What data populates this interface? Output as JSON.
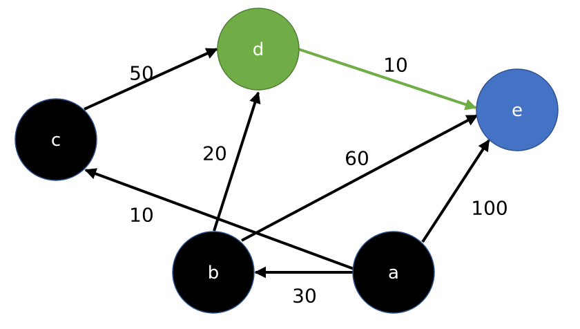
{
  "diagram": {
    "nodes": {
      "a": {
        "label": "a",
        "color": "#000000"
      },
      "b": {
        "label": "b",
        "color": "#000000"
      },
      "c": {
        "label": "c",
        "color": "#000000"
      },
      "d": {
        "label": "d",
        "color": "#70AD47"
      },
      "e": {
        "label": "e",
        "color": "#4472C4"
      }
    },
    "edges": [
      {
        "from": "a",
        "to": "b",
        "weight": "30",
        "color": "#000000"
      },
      {
        "from": "a",
        "to": "c",
        "weight": "10",
        "color": "#000000"
      },
      {
        "from": "a",
        "to": "e",
        "weight": "100",
        "color": "#000000"
      },
      {
        "from": "b",
        "to": "d",
        "weight": "20",
        "color": "#000000"
      },
      {
        "from": "b",
        "to": "e",
        "weight": "60",
        "color": "#000000"
      },
      {
        "from": "c",
        "to": "d",
        "weight": "50",
        "color": "#000000"
      },
      {
        "from": "d",
        "to": "e",
        "weight": "10",
        "color": "#70AD47"
      }
    ]
  }
}
